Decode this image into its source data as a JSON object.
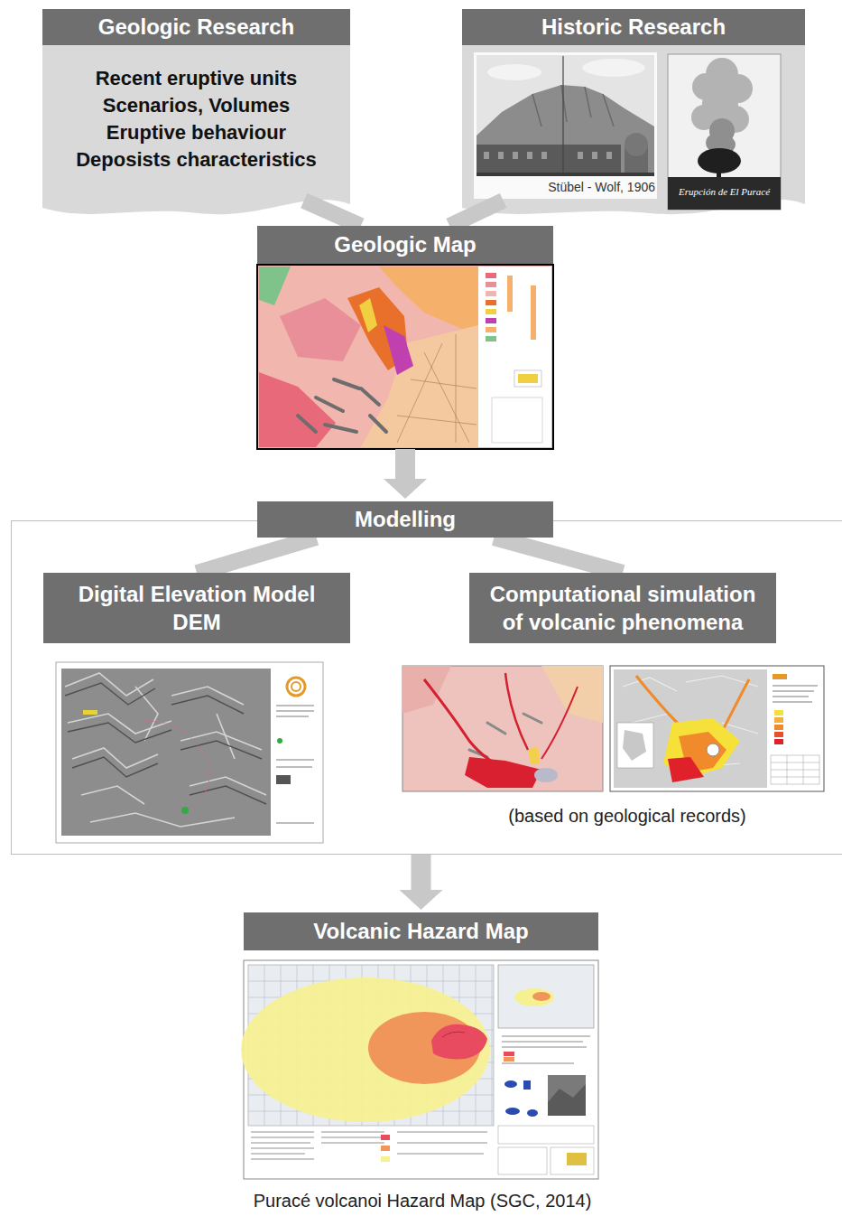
{
  "diagram": {
    "caption": "Puracé volcanoi Hazard Map (SGC, 2014)",
    "nodes": [
      {
        "text": [
          "Geologic Research",
          "Recent eruptive units Scenarios, Volumes Eruptive behaviour Deposists characteristics"
        ]
      },
      {
        "text": [
          "Historic Research"
        ]
      },
      {
        "text": [
          "Geologic Map"
        ]
      },
      {
        "text": [
          "Modelling"
        ]
      },
      {
        "text": [
          "Digital Elevation Model DEM"
        ],
        "in": 3
      },
      {
        "text": [
          "Computational simulation of volcanic phenomena"
        ],
        "in": 3
      },
      {
        "text": [
          "Volcanic Hazard Map"
        ]
      }
    ],
    "edges": [
      {
        "from": 0,
        "to": 2,
        "arrow": "none"
      },
      {
        "from": 1,
        "to": 2,
        "arrow": "none"
      },
      {
        "from": 2,
        "to": 3,
        "arrow": "to"
      },
      {
        "from": 3,
        "to": 4,
        "arrow": "none"
      },
      {
        "from": 3,
        "to": 5,
        "arrow": "none"
      },
      {
        "from": 3,
        "to": 6,
        "arrow": "to"
      }
    ],
    "labels": [
      "Stübel - Wolf, 1906",
      "Erupción de El Puracé",
      "(based on geological records)"
    ]
  }
}
